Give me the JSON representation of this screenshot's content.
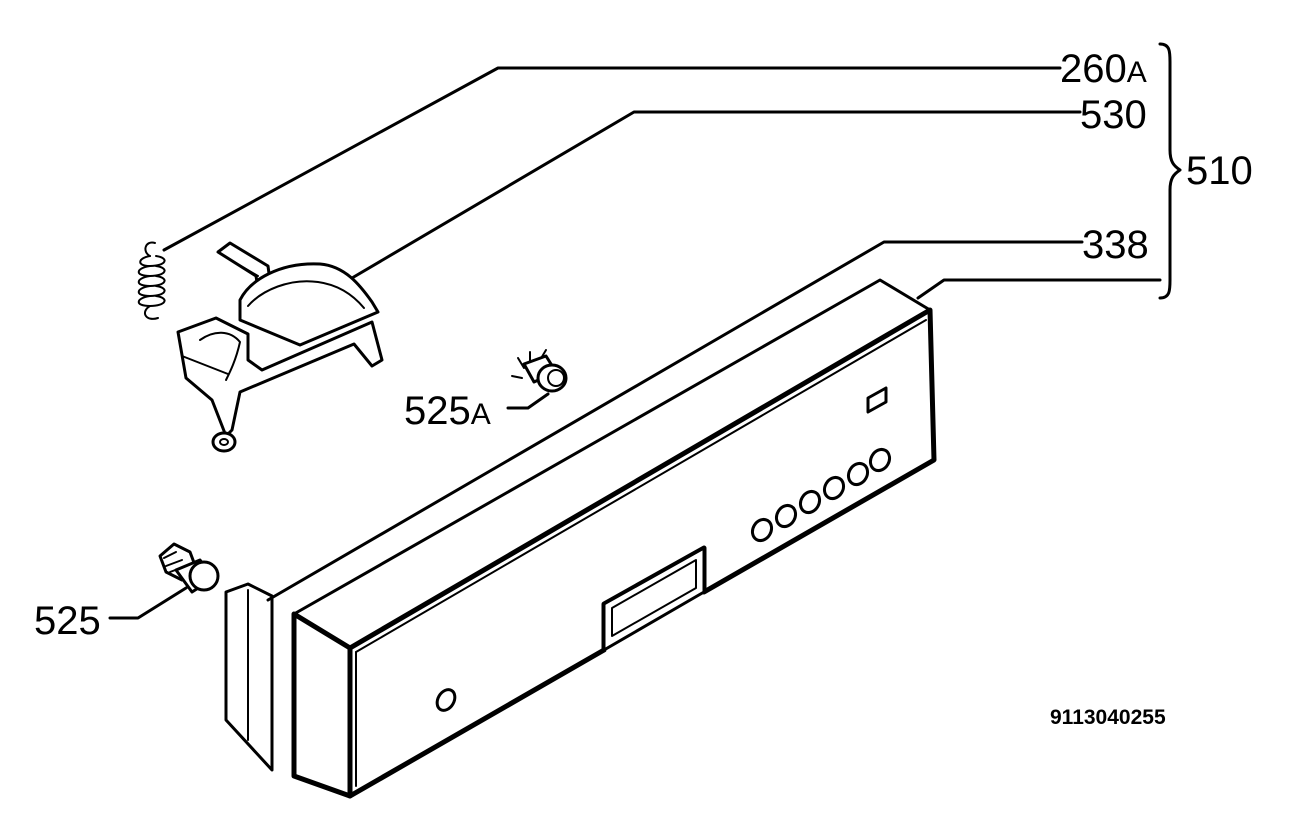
{
  "parts": {
    "p260a": {
      "number": "260",
      "suffix": "A"
    },
    "p530": {
      "number": "530",
      "suffix": ""
    },
    "p510": {
      "number": "510",
      "suffix": ""
    },
    "p338": {
      "number": "338",
      "suffix": ""
    },
    "p525a": {
      "number": "525",
      "suffix": "A"
    },
    "p525": {
      "number": "525",
      "suffix": ""
    }
  },
  "document_number": "9113040255",
  "colors": {
    "ink": "#000000",
    "paper": "#ffffff"
  }
}
